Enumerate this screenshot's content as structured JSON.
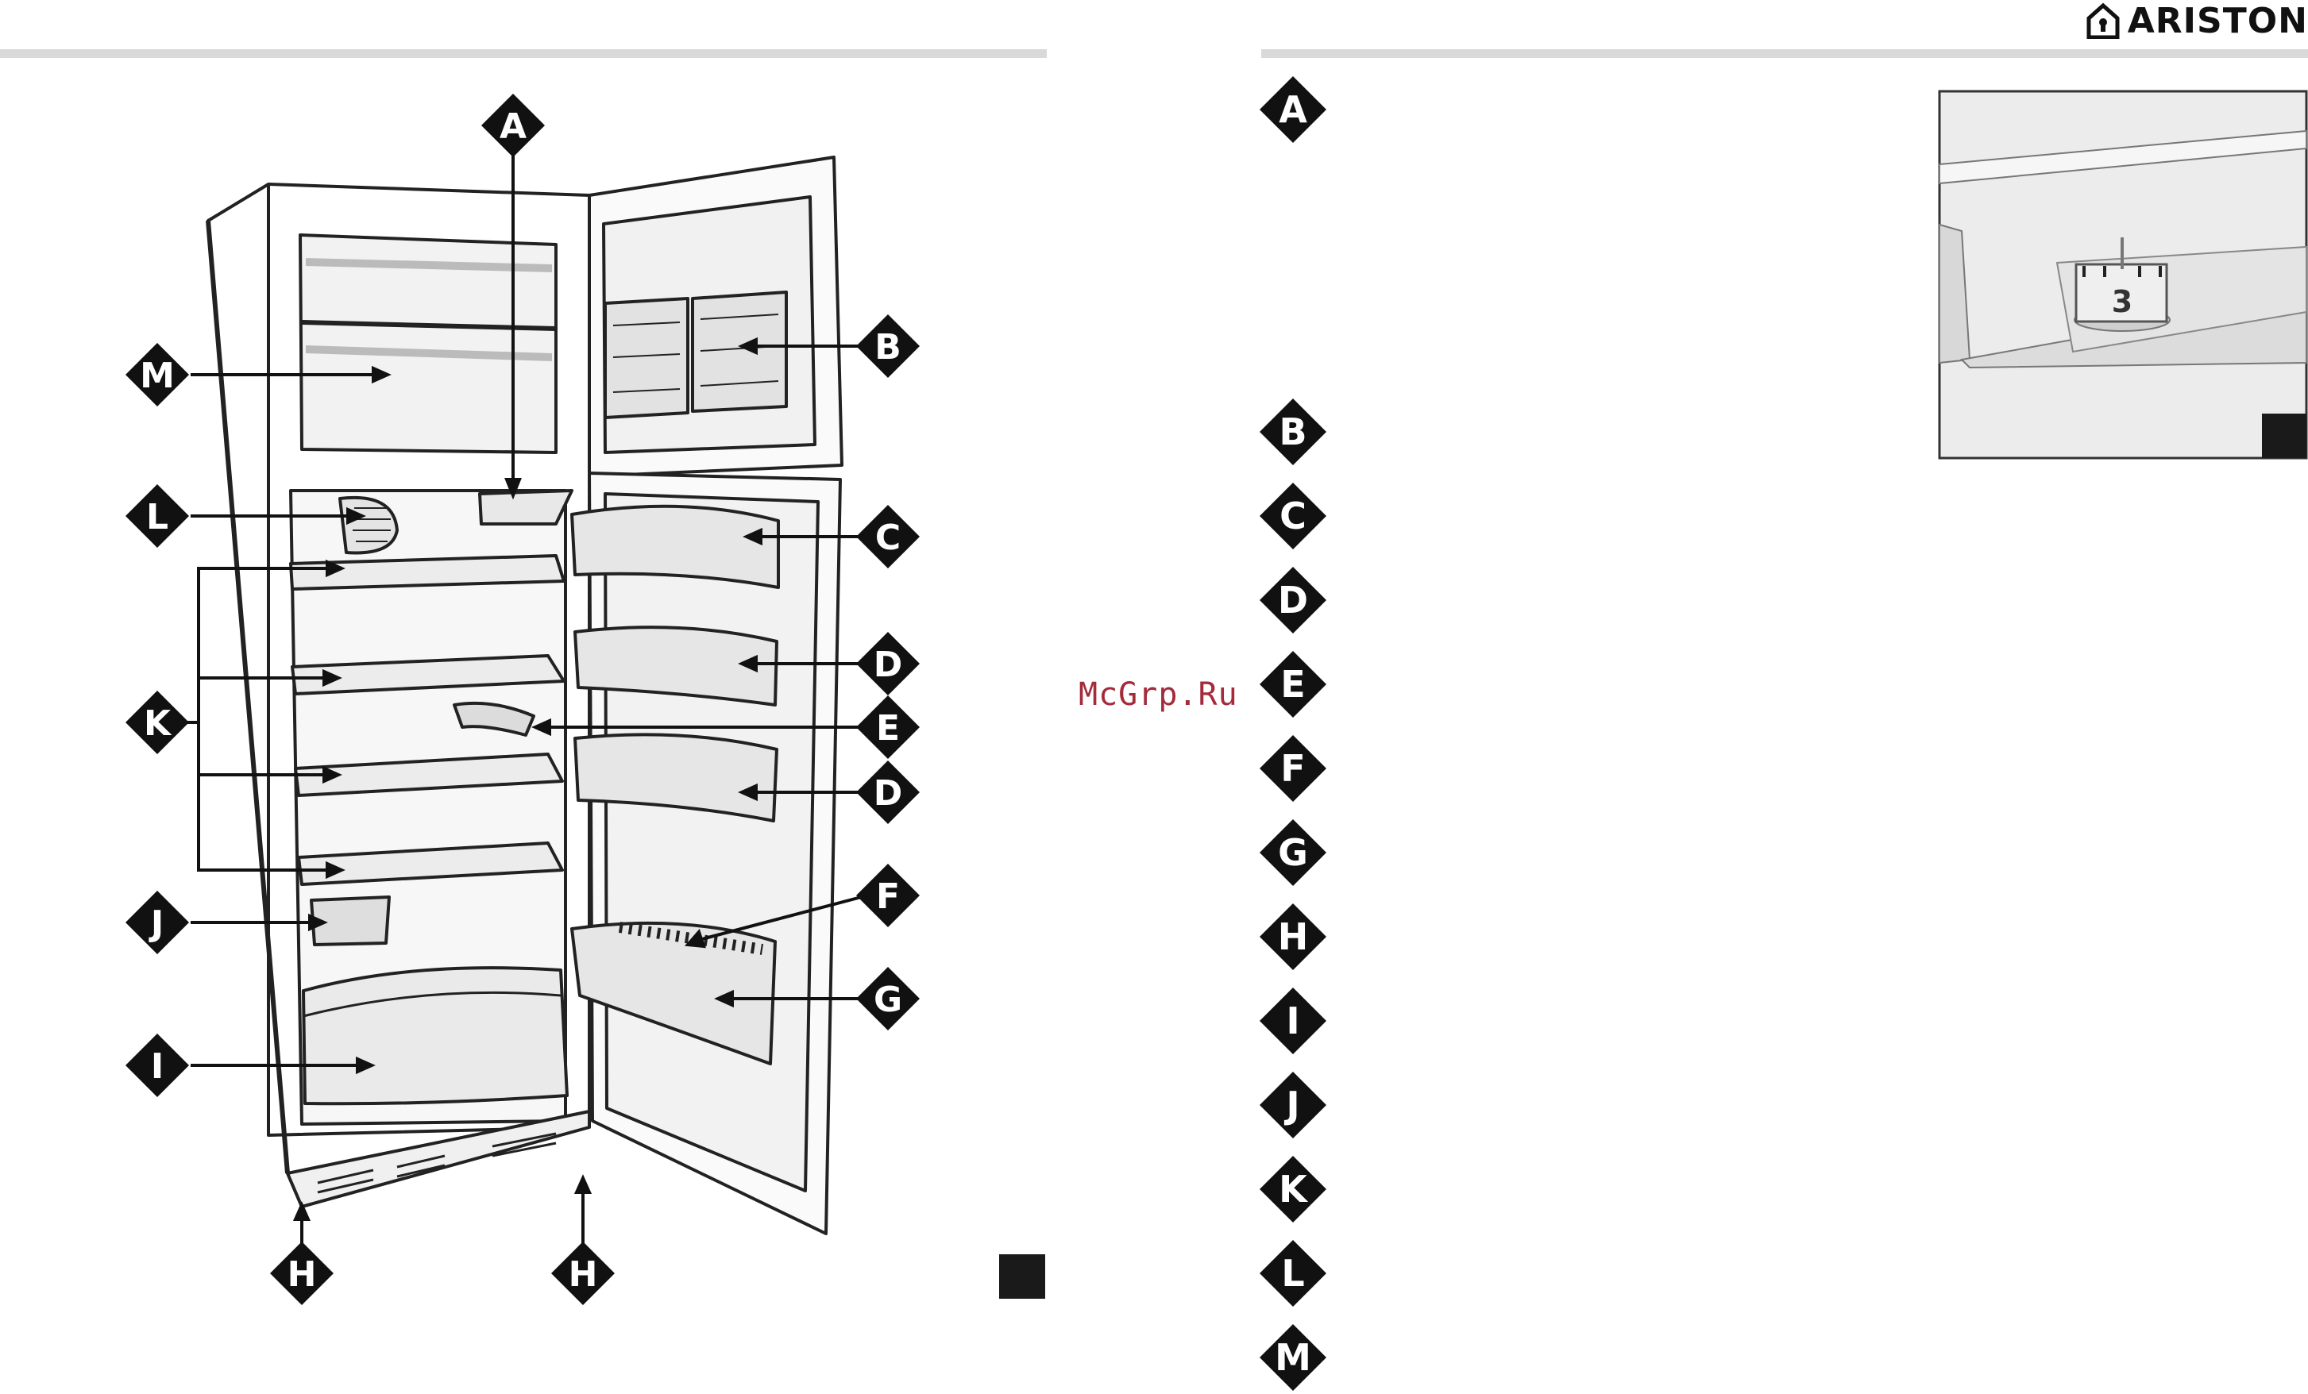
{
  "brand": {
    "name": "ARISTON",
    "icon": "house-logo-icon"
  },
  "watermark": "McGrp.Ru",
  "diagram_labels": [
    "A",
    "B",
    "M",
    "L",
    "C",
    "D",
    "K",
    "E",
    "D",
    "F",
    "J",
    "G",
    "I",
    "H",
    "H"
  ],
  "legend": [
    "A",
    "B",
    "C",
    "D",
    "E",
    "F",
    "G",
    "H",
    "I",
    "J",
    "K",
    "L",
    "M"
  ],
  "thermostat": {
    "dial_value": "3"
  },
  "colors": {
    "rule": "#d9d9d9",
    "marker": "#111111",
    "watermark": "#a32b3a"
  }
}
